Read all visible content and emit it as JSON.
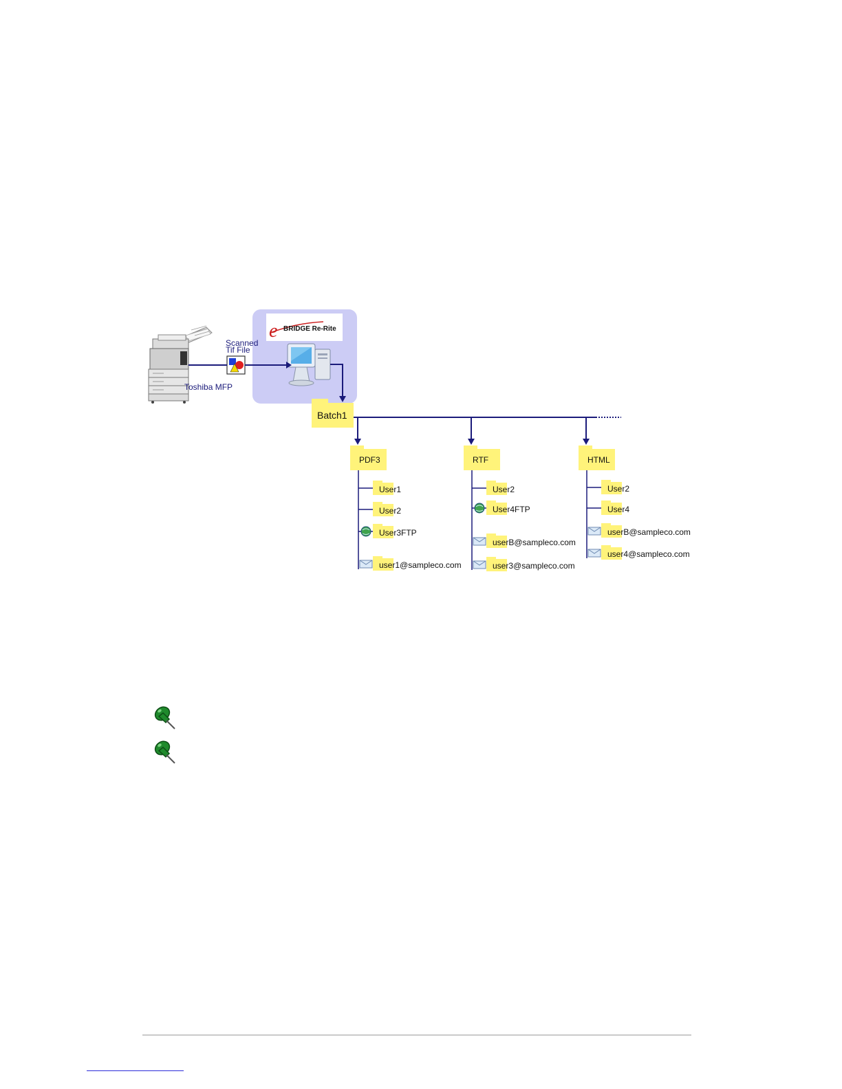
{
  "diagram": {
    "logo_text": "BRIDGE Re-Rite",
    "logo_prefix": "e",
    "mfp_label": "Toshiba MFP",
    "scanned_label_line1": "Scanned",
    "scanned_label_line2": "Tif File",
    "batch_label": "Batch1",
    "branches": [
      {
        "folder": "PDF3",
        "items": [
          {
            "label": "User1",
            "icon": "folder"
          },
          {
            "label": "User2",
            "icon": "folder"
          },
          {
            "label": "User3FTP",
            "icon": "globe-folder"
          },
          {
            "label": "user1@sampleco.com",
            "icon": "envelope-folder"
          }
        ]
      },
      {
        "folder": "RTF",
        "items": [
          {
            "label": "User2",
            "icon": "folder"
          },
          {
            "label": "User4FTP",
            "icon": "globe-folder"
          },
          {
            "label": "userB@sampleco.com",
            "icon": "envelope-folder"
          },
          {
            "label": "user3@sampleco.com",
            "icon": "envelope-folder"
          }
        ]
      },
      {
        "folder": "HTML",
        "items": [
          {
            "label": "User2",
            "icon": "folder"
          },
          {
            "label": "User4",
            "icon": "folder"
          },
          {
            "label": "userB@sampleco.com",
            "icon": "envelope-folder"
          },
          {
            "label": "user4@sampleco.com",
            "icon": "envelope-folder"
          }
        ]
      }
    ],
    "colors": {
      "connector": "#1a1a7a",
      "folder": "#fff37a",
      "server_panel": "#ccccf5",
      "pin": "#1f8a2c"
    }
  },
  "notes": [
    {
      "icon": "pushpin-icon"
    },
    {
      "icon": "pushpin-icon"
    }
  ]
}
